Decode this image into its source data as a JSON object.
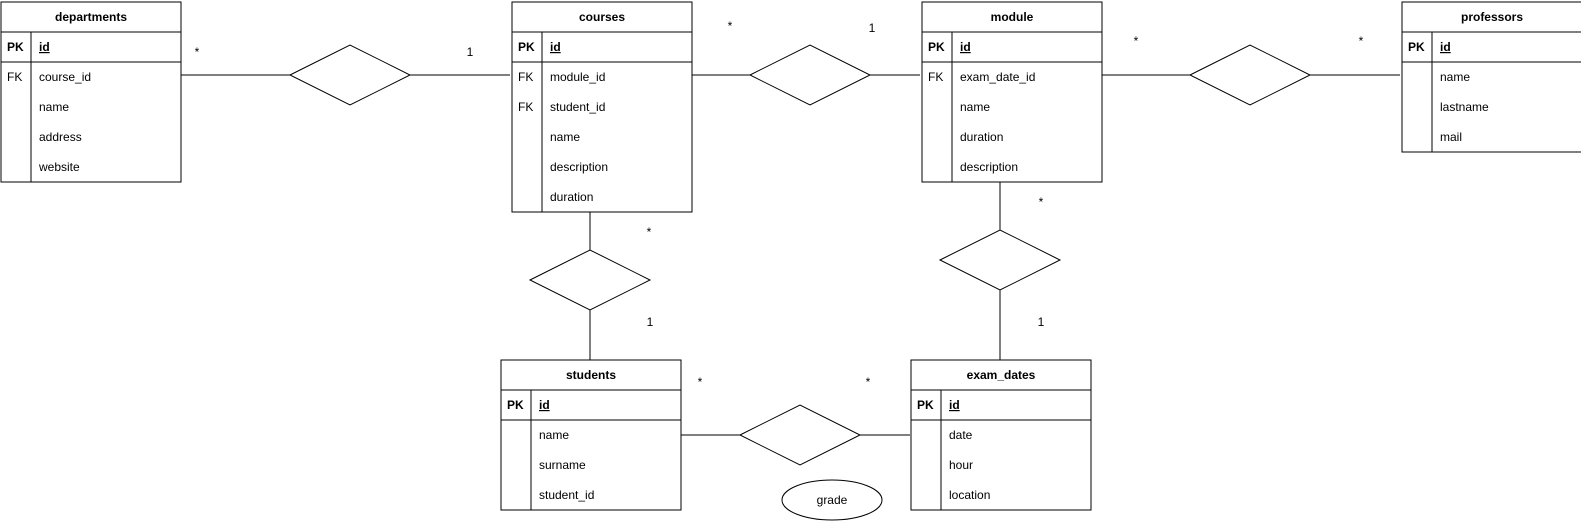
{
  "entities": {
    "departments": {
      "title": "departments",
      "rows": [
        {
          "key": "PK",
          "field": "id"
        },
        {
          "key": "FK",
          "field": "course_id"
        },
        {
          "key": "",
          "field": "name"
        },
        {
          "key": "",
          "field": "address"
        },
        {
          "key": "",
          "field": "website"
        }
      ]
    },
    "courses": {
      "title": "courses",
      "rows": [
        {
          "key": "PK",
          "field": "id"
        },
        {
          "key": "FK",
          "field": "module_id"
        },
        {
          "key": "FK",
          "field": "student_id"
        },
        {
          "key": "",
          "field": "name"
        },
        {
          "key": "",
          "field": "description"
        },
        {
          "key": "",
          "field": "duration"
        }
      ]
    },
    "module": {
      "title": "module",
      "rows": [
        {
          "key": "PK",
          "field": "id"
        },
        {
          "key": "FK",
          "field": "exam_date_id"
        },
        {
          "key": "",
          "field": "name"
        },
        {
          "key": "",
          "field": "duration"
        },
        {
          "key": "",
          "field": "description"
        }
      ]
    },
    "professors": {
      "title": "professors",
      "rows": [
        {
          "key": "PK",
          "field": "id"
        },
        {
          "key": "",
          "field": "name"
        },
        {
          "key": "",
          "field": "lastname"
        },
        {
          "key": "",
          "field": "mail"
        }
      ]
    },
    "students": {
      "title": "students",
      "rows": [
        {
          "key": "PK",
          "field": "id"
        },
        {
          "key": "",
          "field": "name"
        },
        {
          "key": "",
          "field": "surname"
        },
        {
          "key": "",
          "field": "student_id"
        }
      ]
    },
    "exam_dates": {
      "title": "exam_dates",
      "rows": [
        {
          "key": "PK",
          "field": "id"
        },
        {
          "key": "",
          "field": "date"
        },
        {
          "key": "",
          "field": "hour"
        },
        {
          "key": "",
          "field": "location"
        }
      ]
    }
  },
  "cardinalities": {
    "departments_side": "*",
    "courses_from_departments": "1",
    "courses_to_module": "*",
    "module_from_courses": "1",
    "module_to_professors": "*",
    "professors_from_module": "*",
    "courses_to_students": "*",
    "students_from_courses": "1",
    "module_to_exam_dates": "*",
    "exam_dates_from_module": "1",
    "students_to_exam_dates": "*",
    "exam_dates_from_students": "*"
  },
  "attributes": {
    "grade": "grade"
  }
}
